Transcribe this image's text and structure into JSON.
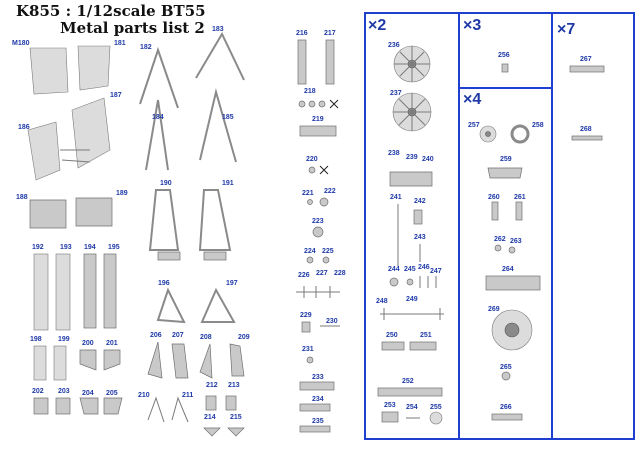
{
  "sheet": {
    "title_line1": "K855 : 1/12scale BT55",
    "title_line2": "Metal parts list 2"
  },
  "groups": {
    "x2": "×2",
    "x3": "×3",
    "x4": "×4",
    "x7": "×7"
  },
  "colors": {
    "label": "#1f3aa8",
    "frame": "#1e3fd0",
    "metal": "#c9c9c9"
  },
  "labels": {
    "l_m180": "M180",
    "l_181": "181",
    "l_182": "182",
    "l_183": "183",
    "l_184": "184",
    "l_185": "185",
    "l_186": "186",
    "l_187": "187",
    "l_188": "188",
    "l_189": "189",
    "l_190": "190",
    "l_191": "191",
    "l_192": "192",
    "l_193": "193",
    "l_194": "194",
    "l_195": "195",
    "l_196": "196",
    "l_197": "197",
    "l_198": "198",
    "l_199": "199",
    "l_200": "200",
    "l_201": "201",
    "l_202": "202",
    "l_203": "203",
    "l_204": "204",
    "l_205": "205",
    "l_206": "206",
    "l_207": "207",
    "l_208": "208",
    "l_209": "209",
    "l_210": "210",
    "l_211": "211",
    "l_212": "212",
    "l_213": "213",
    "l_214": "214",
    "l_215": "215",
    "l_216": "216",
    "l_217": "217",
    "l_218": "218",
    "l_219": "219",
    "l_220": "220",
    "l_221": "221",
    "l_222": "222",
    "l_223": "223",
    "l_224": "224",
    "l_225": "225",
    "l_226": "226",
    "l_227": "227",
    "l_228": "228",
    "l_229": "229",
    "l_230": "230",
    "l_231": "231",
    "l_233": "233",
    "l_234": "234",
    "l_235": "235",
    "l_236": "236",
    "l_237": "237",
    "l_238": "238",
    "l_239": "239",
    "l_240": "240",
    "l_241": "241",
    "l_242": "242",
    "l_243": "243",
    "l_244": "244",
    "l_245": "245",
    "l_246": "246",
    "l_247": "247",
    "l_248": "248",
    "l_249": "249",
    "l_250": "250",
    "l_251": "251",
    "l_252": "252",
    "l_253": "253",
    "l_254": "254",
    "l_255": "255",
    "l_256": "256",
    "l_257": "257",
    "l_258": "258",
    "l_259": "259",
    "l_260": "260",
    "l_261": "261",
    "l_262": "262",
    "l_263": "263",
    "l_264": "264",
    "l_265": "265",
    "l_266": "266",
    "l_267": "267",
    "l_268": "268",
    "l_269": "269"
  }
}
